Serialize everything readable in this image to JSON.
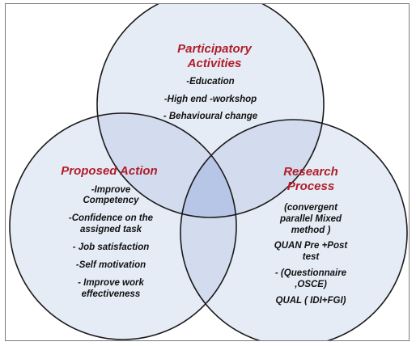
{
  "colors": {
    "circle_fill": "#e6ecf6",
    "circle_stroke": "#1b1b1b",
    "overlap_pair": "#d3dcee",
    "overlap_center": "#b7c6e6",
    "title": "#b01e2a",
    "text": "#111111"
  },
  "participatory": {
    "title_line1": "Participatory",
    "title_line2": "Activities",
    "items": [
      "-Education",
      "-High end -workshop",
      "- Behavioural change"
    ]
  },
  "proposed": {
    "title": "Proposed Action",
    "items": [
      "-Improve",
      "Competency",
      "-Confidence on the",
      "assigned task",
      "- Job satisfaction",
      "-Self motivation",
      "- Improve work",
      "effectiveness"
    ]
  },
  "research": {
    "title_line1": "Research",
    "title_line2": "Process",
    "items": [
      "(convergent",
      "parallel Mixed",
      "method )",
      "QUAN  Pre +Post",
      "test",
      "- (Questionnaire",
      ",OSCE)",
      "QUAL ( IDI+FGI)"
    ]
  }
}
